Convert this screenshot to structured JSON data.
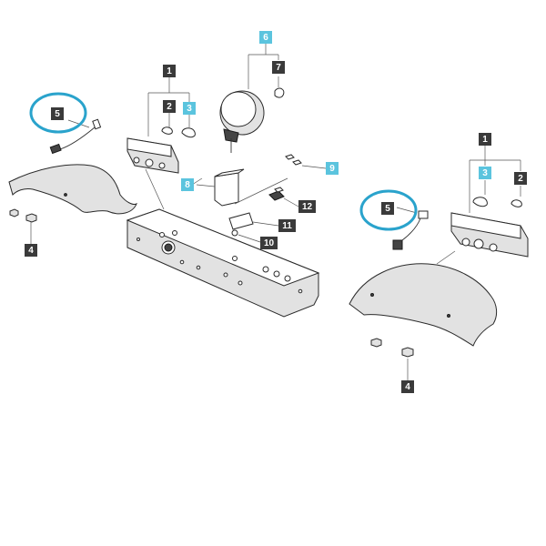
{
  "colors": {
    "label_dark": "#3a3a3a",
    "label_accent": "#5bc4de",
    "callout_ring": "#2aa3cc"
  },
  "labels": [
    {
      "id": "lbl-1-left",
      "text": "1",
      "style": "dark"
    },
    {
      "id": "lbl-2-left",
      "text": "2",
      "style": "dark"
    },
    {
      "id": "lbl-3-left",
      "text": "3",
      "style": "accent"
    },
    {
      "id": "lbl-5-left",
      "text": "5",
      "style": "dark"
    },
    {
      "id": "lbl-4-left",
      "text": "4",
      "style": "dark"
    },
    {
      "id": "lbl-6",
      "text": "6",
      "style": "accent"
    },
    {
      "id": "lbl-7",
      "text": "7",
      "style": "dark"
    },
    {
      "id": "lbl-8",
      "text": "8",
      "style": "accent"
    },
    {
      "id": "lbl-9",
      "text": "9",
      "style": "accent"
    },
    {
      "id": "lbl-12",
      "text": "12",
      "style": "dark"
    },
    {
      "id": "lbl-11",
      "text": "11",
      "style": "dark"
    },
    {
      "id": "lbl-10",
      "text": "10",
      "style": "dark"
    },
    {
      "id": "lbl-1-right",
      "text": "1",
      "style": "dark"
    },
    {
      "id": "lbl-3-right",
      "text": "3",
      "style": "accent"
    },
    {
      "id": "lbl-2-right",
      "text": "2",
      "style": "dark"
    },
    {
      "id": "lbl-5-right",
      "text": "5",
      "style": "dark"
    },
    {
      "id": "lbl-4-right",
      "text": "4",
      "style": "dark"
    }
  ]
}
